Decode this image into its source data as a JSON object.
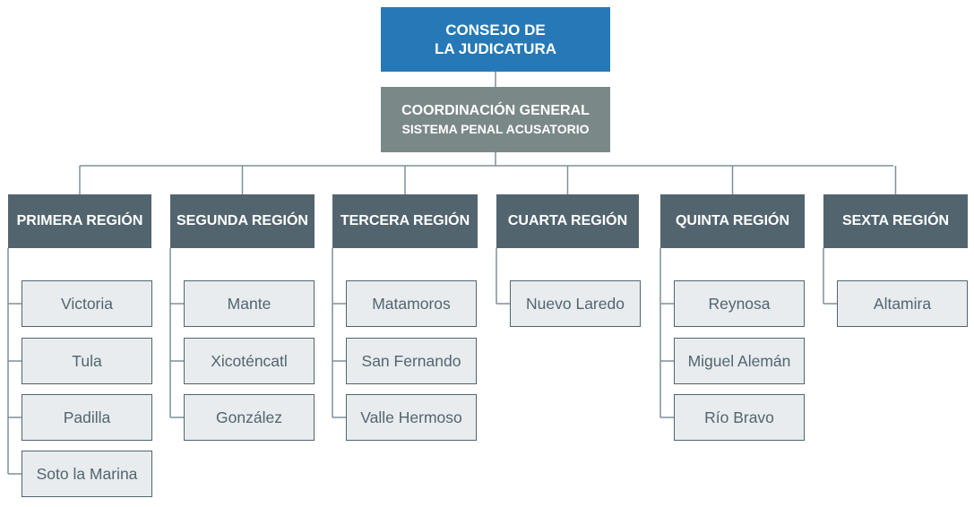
{
  "top": {
    "line1": "CONSEJO DE",
    "line2": "LA JUDICATURA"
  },
  "coordination": {
    "line1": "COORDINACIÓN GENERAL",
    "line2": "SISTEMA PENAL ACUSATORIO"
  },
  "regions": [
    {
      "name": "PRIMERA REGIÓN",
      "cities": [
        "Victoria",
        "Tula",
        "Padilla",
        "Soto la Marina"
      ]
    },
    {
      "name": "SEGUNDA REGIÓN",
      "cities": [
        "Mante",
        "Xicoténcatl",
        "González"
      ]
    },
    {
      "name": "TERCERA REGIÓN",
      "cities": [
        "Matamoros",
        "San Fernando",
        "Valle Hermoso"
      ]
    },
    {
      "name": "CUARTA REGIÓN",
      "cities": [
        "Nuevo Laredo"
      ]
    },
    {
      "name": "QUINTA REGIÓN",
      "cities": [
        "Reynosa",
        "Miguel Alemán",
        "Río Bravo"
      ]
    },
    {
      "name": "SEXTA REGIÓN",
      "cities": [
        "Altamira"
      ]
    }
  ],
  "colors": {
    "top": "#2679b6",
    "coordination": "#7a8888",
    "region": "#52656f",
    "city_fill": "#e8ecee",
    "lines": "#7f9098"
  }
}
